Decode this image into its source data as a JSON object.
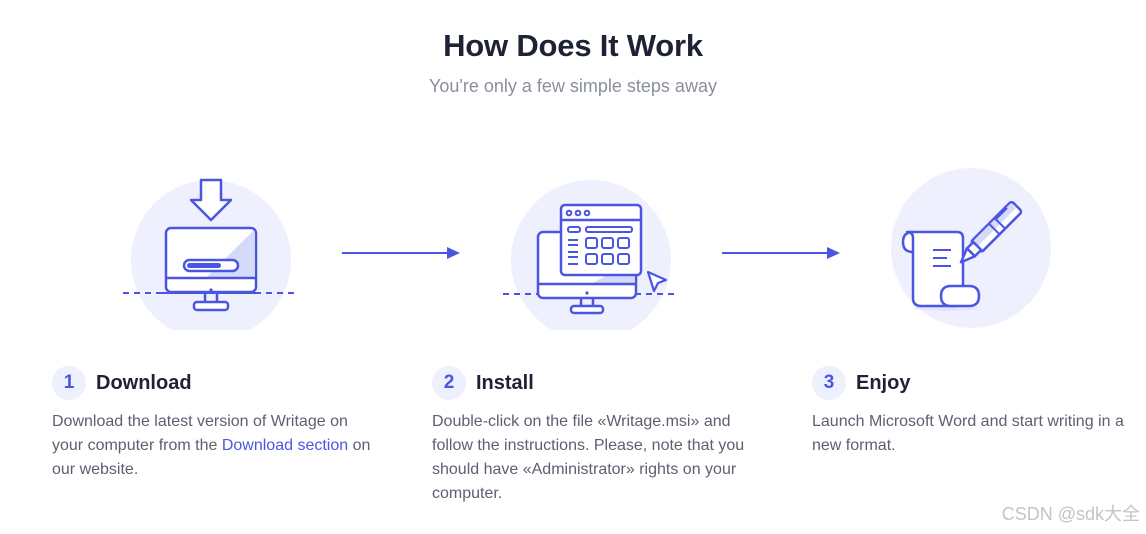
{
  "header": {
    "title": "How Does It Work",
    "subtitle": "You're only a few simple steps away"
  },
  "colors": {
    "accent": "#4a56e2",
    "circle_bg": "#eef0fd",
    "text_dark": "#1e2235",
    "text_body": "#5c6070"
  },
  "steps": [
    {
      "number": "1",
      "title": "Download",
      "icon": "monitor-download-icon",
      "desc_before": "Download the latest version of Writage on your computer from the ",
      "link": "Download section",
      "desc_after": " on our website."
    },
    {
      "number": "2",
      "title": "Install",
      "icon": "install-window-icon",
      "desc": "Double-click on the file «Writage.msi» and follow the instructions. Please, note that you should have «Administrator» rights on your computer."
    },
    {
      "number": "3",
      "title": "Enjoy",
      "icon": "pen-scroll-icon",
      "desc": "Launch Microsoft Word and start writing in a new format."
    }
  ],
  "watermark": "CSDN @sdk大全"
}
